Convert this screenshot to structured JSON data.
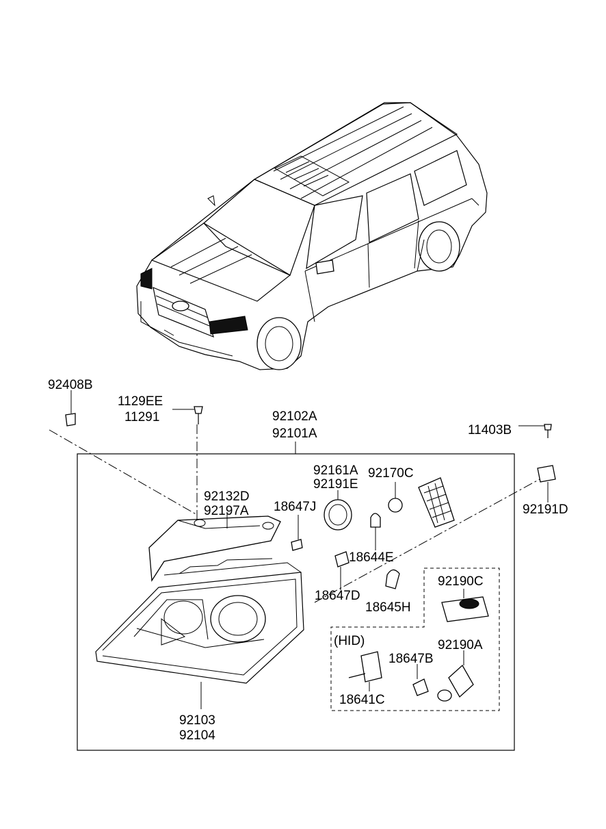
{
  "labels": {
    "p92408B": "92408B",
    "p1129EE": "1129EE",
    "p11291": "11291",
    "p92102A": "92102A",
    "p92101A": "92101A",
    "p11403B": "11403B",
    "p92191D": "92191D",
    "p92161A": "92161A",
    "p92191E": "92191E",
    "p92170C": "92170C",
    "p92132D": "92132D",
    "p92197A": "92197A",
    "p18647J": "18647J",
    "p18644E": "18644E",
    "p18647D": "18647D",
    "p18645H": "18645H",
    "p92190C": "92190C",
    "hid": "(HID)",
    "p18647B": "18647B",
    "p92190A": "92190A",
    "p18641C": "18641C",
    "p92103": "92103",
    "p92104": "92104"
  }
}
